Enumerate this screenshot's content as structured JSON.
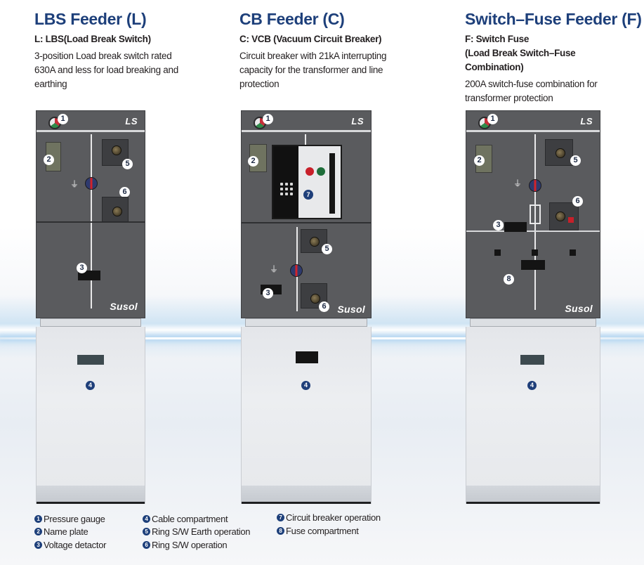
{
  "feeders": [
    {
      "title": "LBS Feeder (L)",
      "subtitle_lines": [
        "L: LBS(Load Break Switch)"
      ],
      "description_lines": [
        "3-position Load break switch rated",
        "630A and less for load breaking and",
        "earthing"
      ],
      "panel": {
        "logo": "LS",
        "brand": "Susol",
        "markers": [
          "1",
          "2",
          "5",
          "6",
          "3",
          "4"
        ]
      }
    },
    {
      "title": "CB Feeder (C)",
      "subtitle_lines": [
        "C:  VCB (Vacuum Circuit Breaker)"
      ],
      "description_lines": [
        "Circuit breaker with 21kA interrupting",
        "capacity for the transformer and line",
        "protection"
      ],
      "panel": {
        "logo": "LS",
        "brand": "Susol",
        "markers": [
          "1",
          "2",
          "7",
          "5",
          "3",
          "6",
          "4"
        ]
      }
    },
    {
      "title": "Switch–Fuse Feeder (F)",
      "subtitle_lines": [
        "F: Switch Fuse",
        "(Load Break Switch–Fuse",
        "Combination)"
      ],
      "description_lines": [
        "200A switch-fuse combination for",
        "transformer protection"
      ],
      "panel": {
        "logo": "LS",
        "brand": "Susol",
        "markers": [
          "1",
          "2",
          "5",
          "6",
          "3",
          "8",
          "4"
        ]
      }
    }
  ],
  "legend": [
    {
      "num": "1",
      "label": "Pressure gauge"
    },
    {
      "num": "2",
      "label": "Name plate"
    },
    {
      "num": "3",
      "label": "Voltage detactor"
    },
    {
      "num": "4",
      "label": "Cable compartment"
    },
    {
      "num": "5",
      "label": "Ring S/W Earth operation"
    },
    {
      "num": "6",
      "label": "Ring S/W operation"
    },
    {
      "num": "7",
      "label": "Circuit breaker operation"
    },
    {
      "num": "8",
      "label": "Fuse compartment"
    }
  ],
  "colors": {
    "title_blue": "#1d3f7a",
    "panel_gray": "#5a5b5e",
    "lower_panel": "#e6e8eb",
    "marker_blue": "#1f3f7a"
  }
}
